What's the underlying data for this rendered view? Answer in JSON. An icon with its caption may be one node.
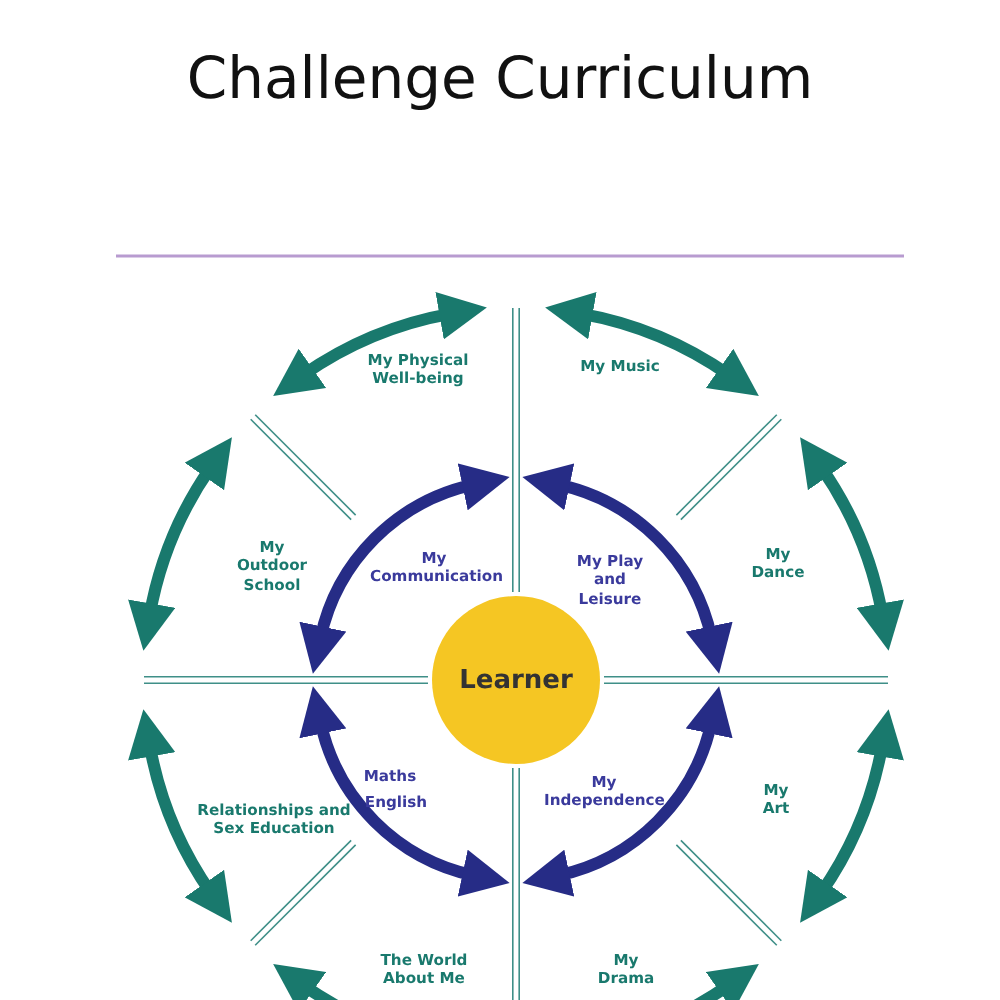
{
  "diagram": {
    "title": "Challenge Curriculum",
    "nodes": [
      {
        "text": [
          "Learner"
        ]
      }
    ],
    "labels": [
      "My Physical Well-being",
      "My Music",
      "My Outdoor School",
      "My Communication",
      "My Play and Leisure",
      "My Dance",
      "Relationships and Sex Education",
      "Maths",
      "English",
      "My Independence",
      "My Art",
      "The World About Me",
      "My Drama"
    ]
  }
}
